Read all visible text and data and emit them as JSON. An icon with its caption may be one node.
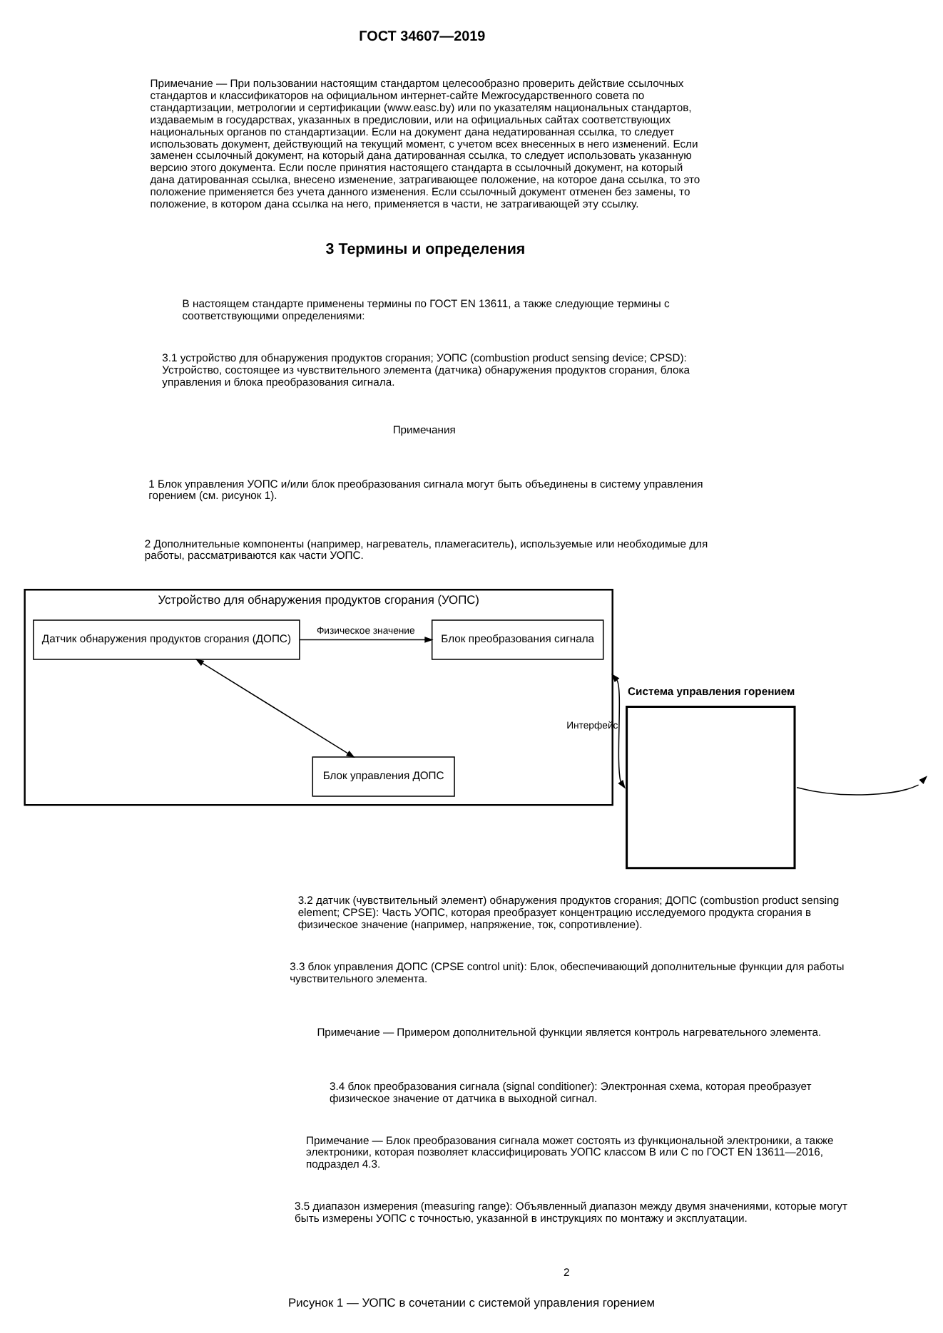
{
  "diagram": {
    "caption": "Рисунок 1 — УОПС в сочетании с системой управления горением",
    "nodes": [
      {
        "text": [
          "Устройство для обнаружения продуктов сгорания (УОПС)"
        ]
      },
      {
        "text": [
          "Датчик обнаружения продуктов сгорания (ДОПС)"
        ],
        "in": 0
      },
      {
        "text": [
          "Блок преобразования сигнала"
        ],
        "in": 0
      },
      {
        "text": [
          "Блок управления ДОПС"
        ],
        "in": 0
      },
      {
        "text": [
          "Система управления горением"
        ]
      }
    ],
    "edges": [
      {
        "from": 1,
        "to": 2,
        "arrow": "to",
        "label": "Физическое значение"
      },
      {
        "from": 1,
        "to": 3,
        "arrow": "both"
      },
      {
        "from": 0,
        "to": 4,
        "arrow": "both",
        "label": "Интерфейс"
      },
      {
        "from": 4,
        "to": null,
        "arrow": "to"
      }
    ],
    "labels": [
      "ГОСТ 34607—2019",
      "Примечание — При пользовании настоящим стандартом целесообразно проверить действие ссылочных стандартов и классификаторов на официальном интернет-сайте Межгосударственного совета по стандартизации, метрологии и сертификации (www.easc.by) или по указателям национальных стандартов, издаваемым в государствах, указанных в предисловии, или на официальных сайтах соответствующих национальных органов по стандартизации. Если на документ дана недатированная ссылка, то следует использовать документ, действующий на текущий момент, с учетом всех внесенных в него изменений. Если заменен ссылочный документ, на который дана датированная ссылка, то следует использовать указанную версию этого документа. Если после принятия настоящего стандарта в ссылочный документ, на который дана датированная ссылка, внесено изменение, затрагивающее положение, на которое дана ссылка, то это положение применяется без учета данного изменения. Если ссылочный документ отменен без замены, то положение, в котором дана ссылка на него, применяется в части, не затрагивающей эту ссылку.",
      "3 Термины и определения",
      "В настоящем стандарте применены термины по ГОСТ EN 13611, а также следующие термины с соответствующими определениями:",
      "3.1 устройство для обнаружения продуктов сгорания; УОПС (combustion product sensing device; CPSD): Устройство, состоящее из чувствительного элемента (датчика) обнаружения продуктов сгорания, блока управления и блока преобразования сигнала.",
      "Примечания",
      "1 Блок управления УОПС и/или блок преобразования сигнала могут быть объединены в систему управления горением (см. рисунок 1).",
      "2 Дополнительные компоненты (например, нагреватель, пламегаситель), используемые или необходимые для работы, рассматриваются как части УОПС.",
      "3.2 датчик (чувствительный элемент) обнаружения продуктов сгорания; ДОПС (combustion product sensing element; CPSE): Часть УОПС, которая преобразует концентрацию исследуемого продукта сгорания в физическое значение (например, напряжение, ток, сопротивление).",
      "3.3 блок управления ДОПС (CPSE control unit): Блок, обеспечивающий дополнительные функции для работы чувствительного элемента.",
      "Примечание — Примером дополнительной функции является контроль нагревательного элемента.",
      "3.4 блок преобразования сигнала (signal conditioner): Электронная схема, которая преобразует физическое значение от датчика в выходной сигнал.",
      "Примечание — Блок преобразования сигнала может состоять из функциональной электроники, а также электроники, которая позволяет классифицировать УОПС классом В или С по ГОСТ EN 13611—2016, подраздел 4.3.",
      "3.5 диапазон измерения (measuring range): Объявленный диапазон между двумя значениями, которые могут быть измерены УОПС с точностью, указанной в инструкциях по монтажу и эксплуатации.",
      "2"
    ]
  }
}
